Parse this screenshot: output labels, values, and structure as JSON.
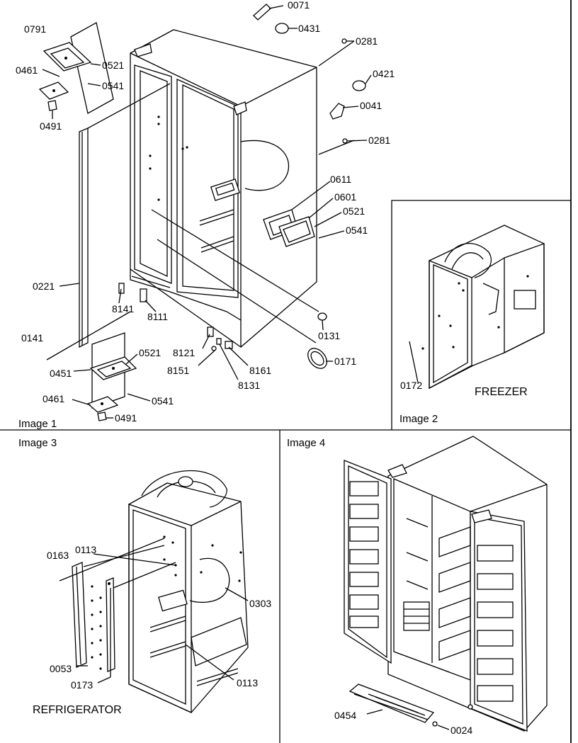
{
  "panels": {
    "image1": {
      "caption": "Image 1"
    },
    "image2": {
      "caption": "Image 2",
      "title": "FREEZER"
    },
    "image3": {
      "caption": "Image 3",
      "title": "REFRIGERATOR"
    },
    "image4": {
      "caption": "Image 4"
    }
  },
  "callouts_image1": {
    "c0071": "0071",
    "c0431": "0431",
    "c0281a": "0281",
    "c0421": "0421",
    "c0041": "0041",
    "c0281b": "0281",
    "c0791": "0791",
    "c0521a": "0521",
    "c0461a": "0461",
    "c0541a": "0541",
    "c0491a": "0491",
    "c0611": "0611",
    "c0601": "0601",
    "c0521b": "0521",
    "c0541b": "0541",
    "c0221": "0221",
    "c8141": "8141",
    "c8111": "8111",
    "c0131": "0131",
    "c0141": "0141",
    "c8121": "8121",
    "c8151": "8151",
    "c8161": "8161",
    "c0171": "0171",
    "c8131": "8131",
    "c0451": "0451",
    "c0521c": "0521",
    "c0461b": "0461",
    "c0541c": "0541",
    "c0491b": "0491"
  },
  "callouts_image2": {
    "c0172": "0172"
  },
  "callouts_image3": {
    "c0163": "0163",
    "c0113a": "0113",
    "c0303": "0303",
    "c0053": "0053",
    "c0173": "0173",
    "c0113b": "0113"
  },
  "callouts_image4": {
    "c0454": "0454",
    "c0024": "0024"
  }
}
